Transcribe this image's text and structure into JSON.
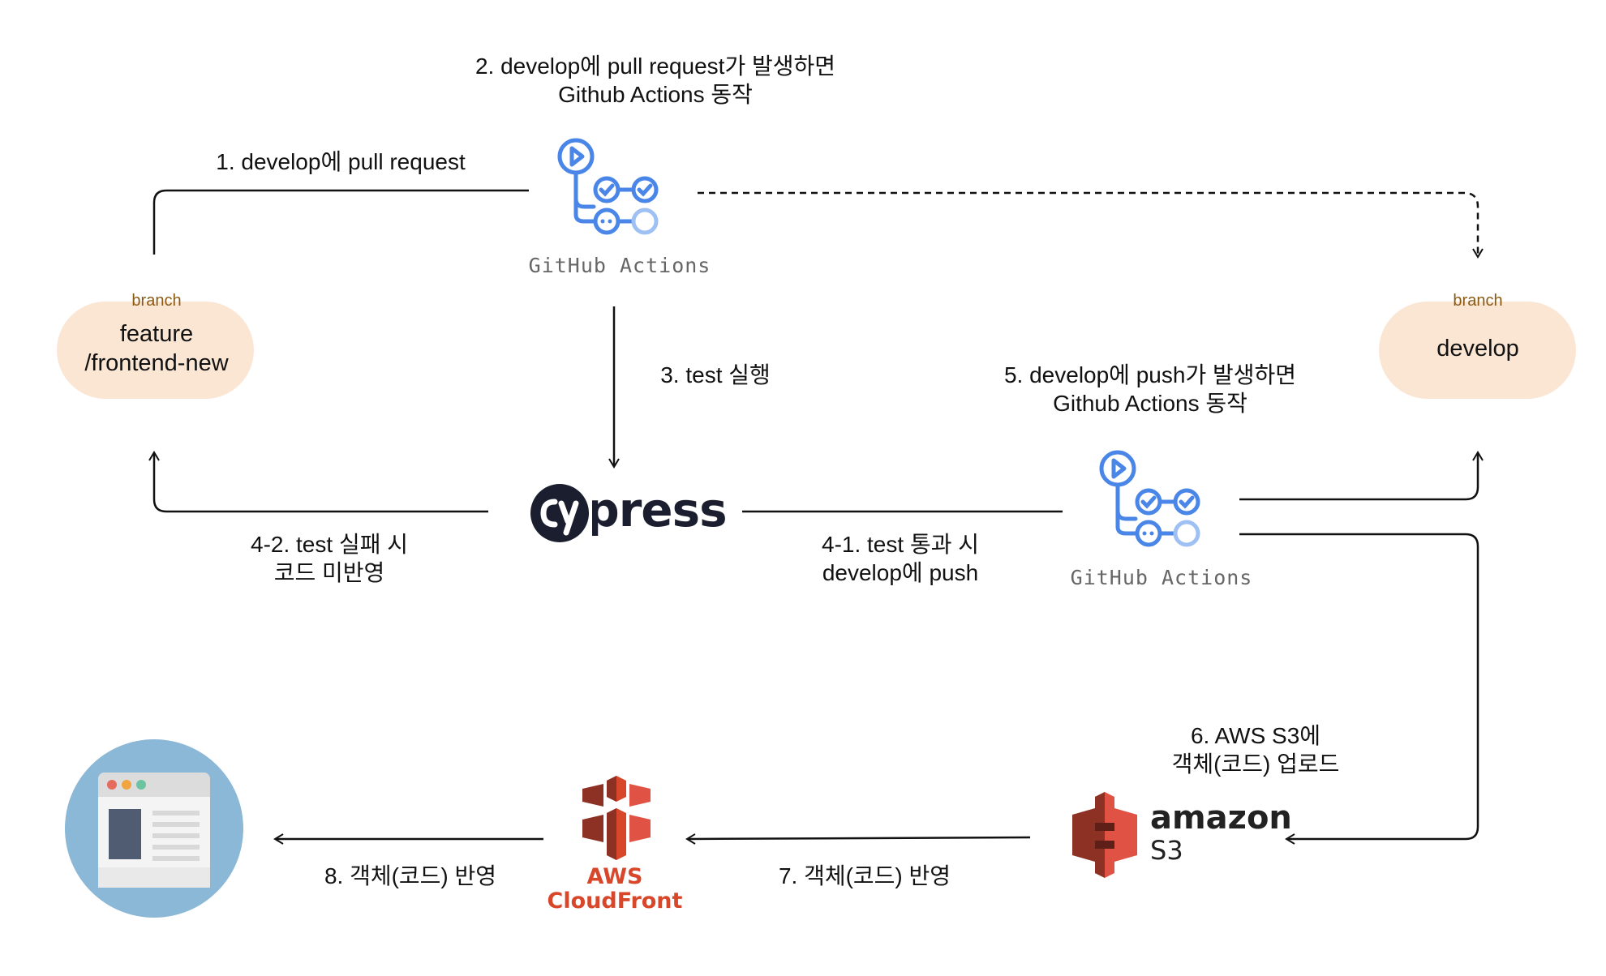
{
  "steps": {
    "s1": "1. develop에 pull request",
    "s2": "2. develop에 pull request가 발생하면\nGithub Actions 동작",
    "s3": "3. test 실행",
    "s41": "4-1. test 통과 시\ndevelop에 push",
    "s42": "4-2. test 실패 시\n코드 미반영",
    "s5": "5. develop에 push가 발생하면\nGithub Actions 동작",
    "s6": "6. AWS S3에\n객체(코드) 업로드",
    "s7": "7. 객체(코드) 반영",
    "s8": "8. 객체(코드) 반영"
  },
  "branches": {
    "tag": "branch",
    "feature": "feature\n/frontend-new",
    "develop": "develop"
  },
  "logos": {
    "github_actions_caption": "GitHub Actions",
    "cypress": "cypress",
    "amazon": "amazon",
    "s3": "S3",
    "cloudfront": "AWS\nCloudFront"
  },
  "colors": {
    "branch_fill": "#fbe6d4",
    "gha_blue": "#4a86e8",
    "aws_red": "#d9472b",
    "browser_circle": "#8bb8d6"
  }
}
